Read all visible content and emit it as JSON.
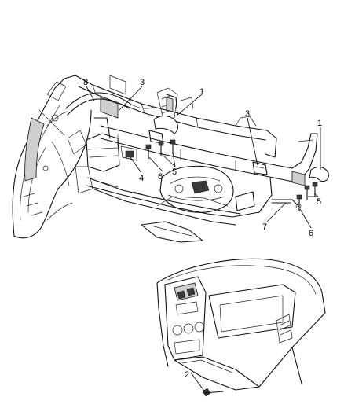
{
  "callouts": {
    "c8": "8",
    "c3a": "3",
    "c1a": "1",
    "c3b": "3",
    "c1b": "1",
    "c4": "4",
    "c6a": "6",
    "c5a": "5",
    "c5b": "5",
    "c7": "7",
    "c6b": "6",
    "c2": "2"
  }
}
